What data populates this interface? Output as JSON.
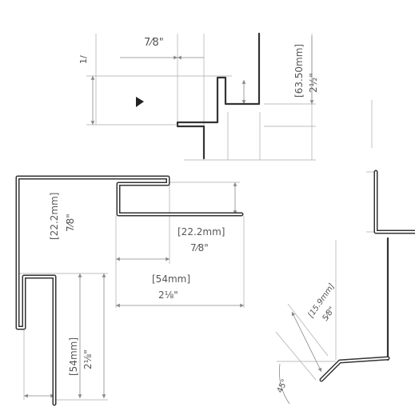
{
  "labels": {
    "top_frac": "7⁄8\"",
    "top_mm": "[63.50mm]",
    "top_frac2": "2½\"",
    "top_fragment": "1/",
    "mid_left_mm": "[22.2mm]",
    "mid_left_frac": "7⁄8\"",
    "mid_right_mm": "[22.2mm]",
    "mid_right_frac": "7⁄8\"",
    "mid_54_mm": "[54mm]",
    "mid_54_frac": "2⅛\"",
    "low_54_mm": "[54mm]",
    "low_54_frac": "2⅛\"",
    "br_mm": "[15.9mm]",
    "br_frac": "5⁄8\"",
    "br_angle": "45°"
  }
}
